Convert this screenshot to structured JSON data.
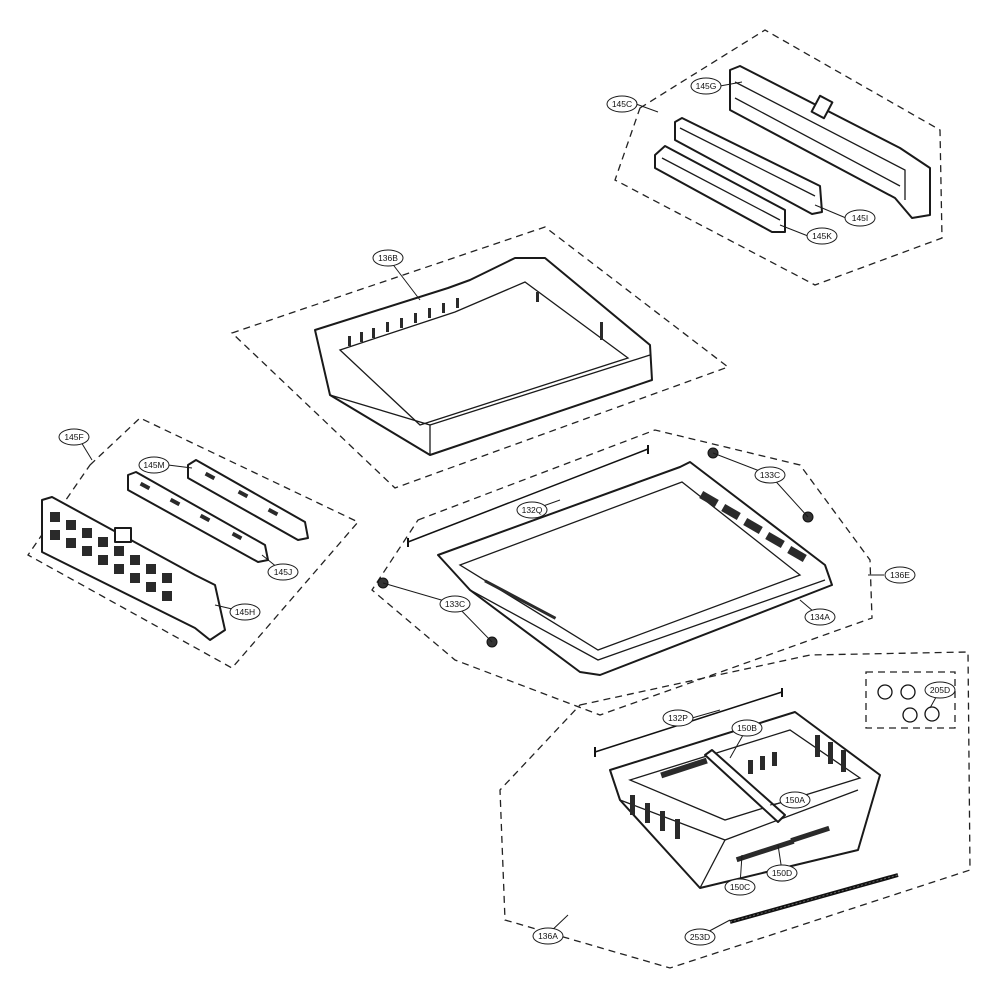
{
  "diagram": {
    "callouts": {
      "c145C": "145C",
      "c145G": "145G",
      "c145I": "145I",
      "c145K": "145K",
      "c136B": "136B",
      "c145F": "145F",
      "c145M": "145M",
      "c145J": "145J",
      "c145H": "145H",
      "c133C_top": "133C",
      "c132Q": "132Q",
      "c136E": "136E",
      "c133C_left": "133C",
      "c134A": "134A",
      "c205D": "205D",
      "c132P": "132P",
      "c150B": "150B",
      "c150A": "150A",
      "c150C": "150C",
      "c150D": "150D",
      "c253D": "253D",
      "c136A": "136A"
    }
  }
}
